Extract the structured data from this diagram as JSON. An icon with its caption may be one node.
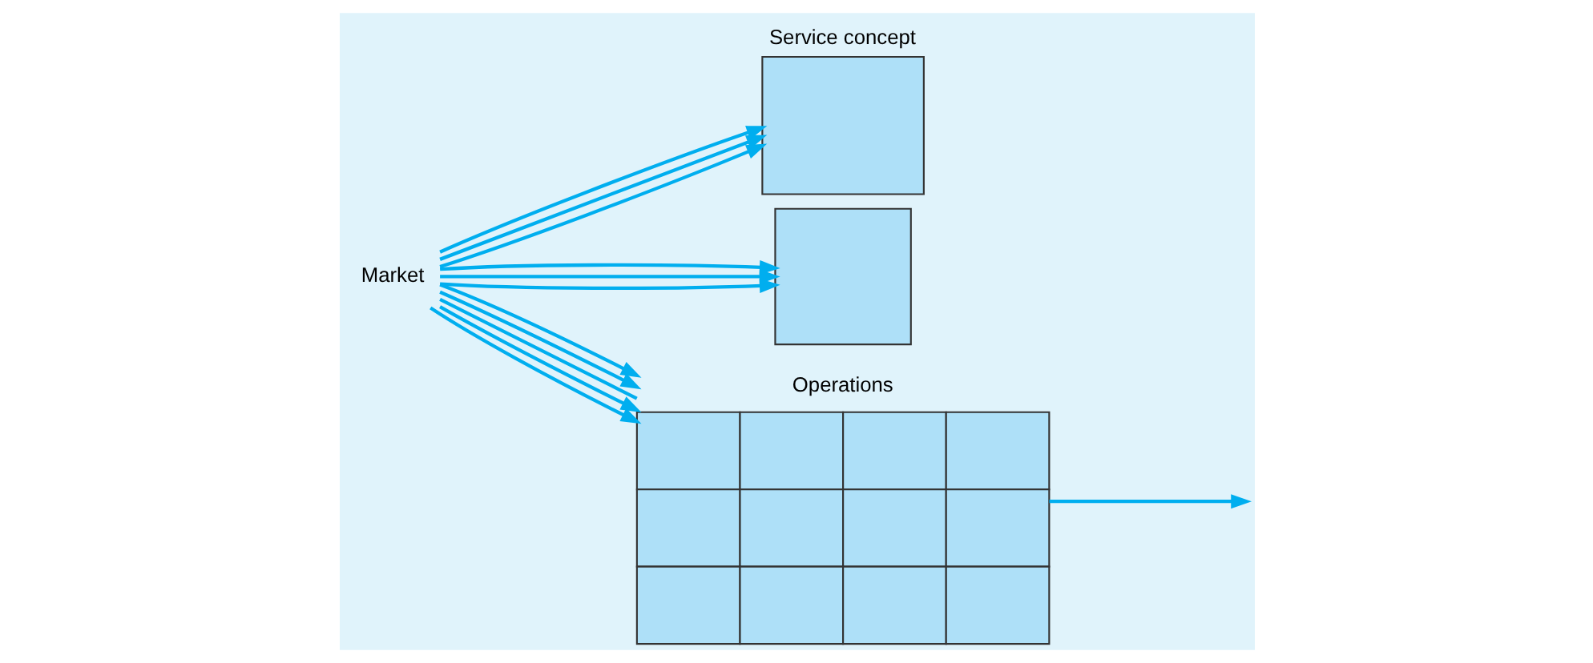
{
  "diagram": {
    "nodes": [
      {
        "text": [
          "Market"
        ]
      },
      {
        "text": [
          "Service concept"
        ]
      },
      {
        "text": [],
        "shape": "box"
      },
      {
        "text": [
          "Operations"
        ]
      }
    ],
    "edges": [
      {
        "from": 0,
        "to": 1,
        "arrow": "to"
      },
      {
        "from": 0,
        "to": 1,
        "arrow": "to"
      },
      {
        "from": 0,
        "to": 1,
        "arrow": "to"
      },
      {
        "from": 0,
        "to": 3,
        "arrow": "to"
      },
      {
        "from": 0,
        "to": 3,
        "arrow": "to"
      },
      {
        "from": 0,
        "to": 3,
        "arrow": "none"
      },
      {
        "from": 3,
        "to": null,
        "arrow": "to"
      },
      {
        "from": 0,
        "to": 3,
        "arrow": "to"
      },
      {
        "from": 0,
        "to": 3,
        "arrow": "to"
      },
      {
        "from": 0,
        "to": 2,
        "arrow": "to"
      },
      {
        "from": 0,
        "to": 2,
        "arrow": "to"
      },
      {
        "from": 0,
        "to": 2,
        "arrow": "to"
      }
    ]
  }
}
